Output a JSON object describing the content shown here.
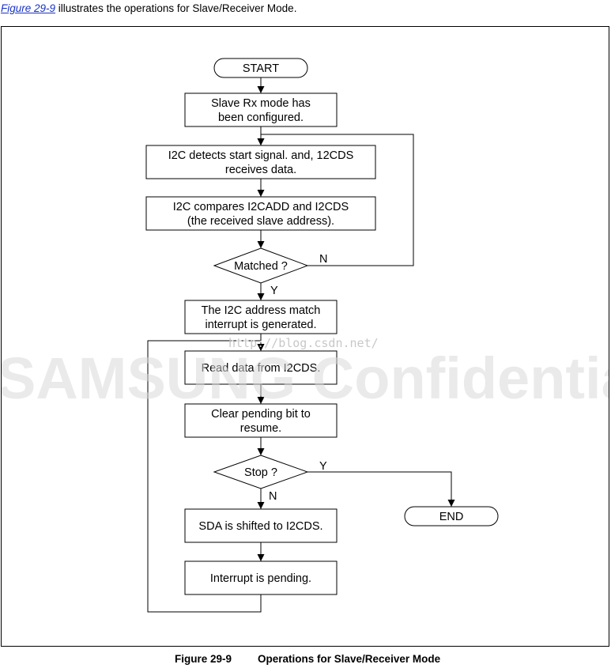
{
  "intro": {
    "link_text": "Figure 29-9",
    "rest_text": " illustrates the operations for Slave/Receiver Mode."
  },
  "watermark": {
    "text": "SAMSUNG Confidential",
    "blog_url": "http://blog.csdn.net/"
  },
  "flowchart": {
    "nodes": [
      {
        "id": "start",
        "shape": "terminal",
        "lines": [
          "START"
        ]
      },
      {
        "id": "configured",
        "shape": "process",
        "lines": [
          "Slave Rx mode has",
          "been configured."
        ]
      },
      {
        "id": "detect",
        "shape": "process",
        "lines": [
          "I2C detects start signal. and, 12CDS",
          "receives data."
        ]
      },
      {
        "id": "compare",
        "shape": "process",
        "lines": [
          "I2C compares I2CADD and I2CDS",
          "(the received slave address)."
        ]
      },
      {
        "id": "matched",
        "shape": "decision",
        "lines": [
          "Matched ?"
        ]
      },
      {
        "id": "interrupt",
        "shape": "process",
        "lines": [
          "The I2C address match",
          "interrupt is generated."
        ]
      },
      {
        "id": "read",
        "shape": "process",
        "lines": [
          "Read data from I2CDS."
        ]
      },
      {
        "id": "clear",
        "shape": "process",
        "lines": [
          "Clear pending bit to",
          "resume."
        ]
      },
      {
        "id": "stop",
        "shape": "decision",
        "lines": [
          "Stop ?"
        ]
      },
      {
        "id": "shift",
        "shape": "process",
        "lines": [
          "SDA is shifted to I2CDS."
        ]
      },
      {
        "id": "pending",
        "shape": "process",
        "lines": [
          "Interrupt is pending."
        ]
      },
      {
        "id": "end",
        "shape": "terminal",
        "lines": [
          "END"
        ]
      }
    ],
    "edges": [
      {
        "from": "start",
        "to": "configured",
        "label": ""
      },
      {
        "from": "configured",
        "to": "detect",
        "label": ""
      },
      {
        "from": "detect",
        "to": "compare",
        "label": ""
      },
      {
        "from": "compare",
        "to": "matched",
        "label": ""
      },
      {
        "from": "matched",
        "to": "interrupt",
        "label": "Y"
      },
      {
        "from": "matched",
        "to": "detect",
        "label": "N"
      },
      {
        "from": "interrupt",
        "to": "read",
        "label": ""
      },
      {
        "from": "read",
        "to": "clear",
        "label": ""
      },
      {
        "from": "clear",
        "to": "stop",
        "label": ""
      },
      {
        "from": "stop",
        "to": "shift",
        "label": "N"
      },
      {
        "from": "stop",
        "to": "end",
        "label": "Y"
      },
      {
        "from": "shift",
        "to": "pending",
        "label": ""
      },
      {
        "from": "pending",
        "to": "read",
        "label": ""
      }
    ]
  },
  "caption": {
    "number": "Figure 29-9",
    "title": "Operations for Slave/Receiver Mode"
  }
}
